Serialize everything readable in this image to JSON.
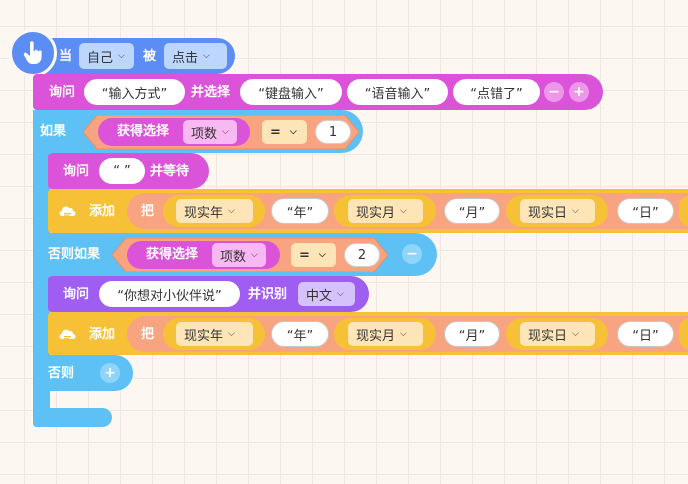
{
  "event": {
    "prefix": "当",
    "target": "自己",
    "middle": "被",
    "action": "点击"
  },
  "ask_choice": {
    "label": "询问",
    "question": "“输入方式”",
    "connector": "并选择",
    "options": [
      "“键盘输入”",
      "“语音输入”",
      "“点错了”"
    ],
    "minus": "−",
    "plus": "+"
  },
  "if_block": {
    "label": "如果",
    "get_choice": "获得选择",
    "field": "项数",
    "op": "=",
    "value": "1"
  },
  "ask_wait": {
    "label": "询问",
    "question": "“ ”",
    "connector": "并等待"
  },
  "add_row1": {
    "label": "添加",
    "ba": "把",
    "items": [
      "现实年",
      "“年”",
      "现实月",
      "“月”",
      "现实日",
      "“日”"
    ]
  },
  "elseif_block": {
    "label": "否则如果",
    "get_choice": "获得选择",
    "field": "项数",
    "op": "=",
    "value": "2",
    "minus": "−"
  },
  "ask_recognize": {
    "label": "询问",
    "question": "“你想对小伙伴说”",
    "connector": "并识别",
    "language": "中文"
  },
  "add_row2": {
    "label": "添加",
    "ba": "把",
    "items": [
      "现实年",
      "“年”",
      "现实月",
      "“月”",
      "现实日",
      "“日”"
    ]
  },
  "else_block": {
    "label": "否则",
    "plus": "+"
  },
  "colors": {
    "event_blue": "#5b8df5",
    "ask_magenta": "#da53d8",
    "control_blue": "#5ec1f6",
    "operator_orange": "#f9a480",
    "add_yellow": "#f6c136",
    "pink_dropdown": "#f8b8f2",
    "cream_dropdown": "#fde5b8"
  }
}
